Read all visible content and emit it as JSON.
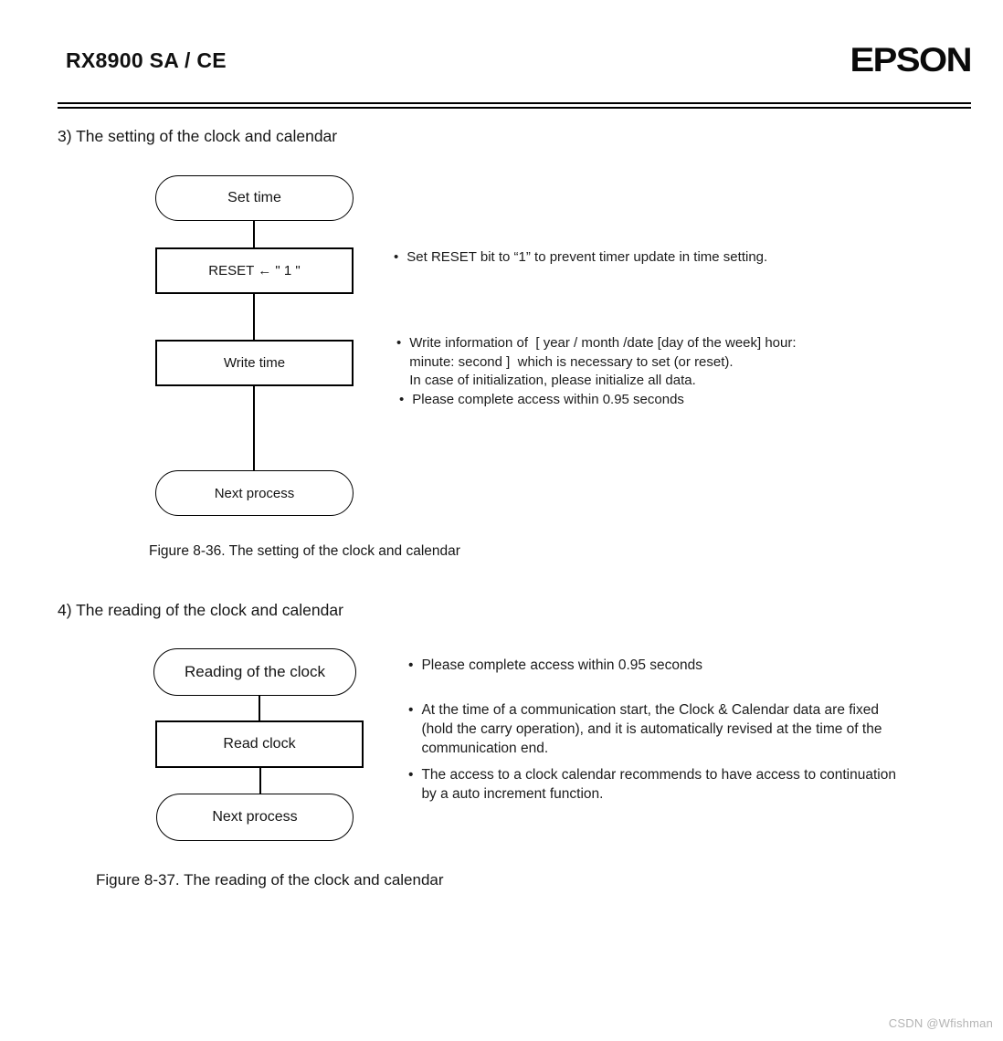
{
  "header": {
    "doc_title": "RX8900 SA / CE",
    "brand": "EPSON"
  },
  "glyphs": {
    "bullet": "•"
  },
  "section3": {
    "heading": "3) The setting of the clock and calendar",
    "flowchart": {
      "start_label": "Set time",
      "step1_label": "RESET ← \" 1 \"",
      "step2_label": "Write time",
      "end_label": "Next process"
    },
    "notes": [
      {
        "lines": [
          "Set RESET bit to “1” to prevent timer update in time setting."
        ]
      },
      {
        "lines": [
          "Write information of  [ year / month /date [day of the week] hour:",
          "minute: second ]  which is necessary to set (or reset).",
          "In case of initialization, please initialize all data."
        ]
      },
      {
        "lines": [
          "Please complete access within 0.95 seconds"
        ]
      }
    ],
    "caption": "Figure 8-36. The setting of the clock and calendar"
  },
  "section4": {
    "heading": "4) The reading of the clock and calendar",
    "flowchart": {
      "start_label": "Reading of the clock",
      "step1_label": "Read clock",
      "end_label": "Next process"
    },
    "notes": [
      {
        "lines": [
          "Please complete access within 0.95 seconds"
        ]
      },
      {
        "lines": [
          "At the time of a communication start, the Clock & Calendar data are fixed",
          "(hold the carry operation), and it is automatically revised at the time of the",
          "communication end."
        ]
      },
      {
        "lines": [
          "The access to a clock calendar recommends to have access to continuation",
          "by a auto increment function."
        ]
      }
    ],
    "caption": "Figure 8-37. The reading of the clock and calendar"
  },
  "watermark": "CSDN @Wfishman"
}
